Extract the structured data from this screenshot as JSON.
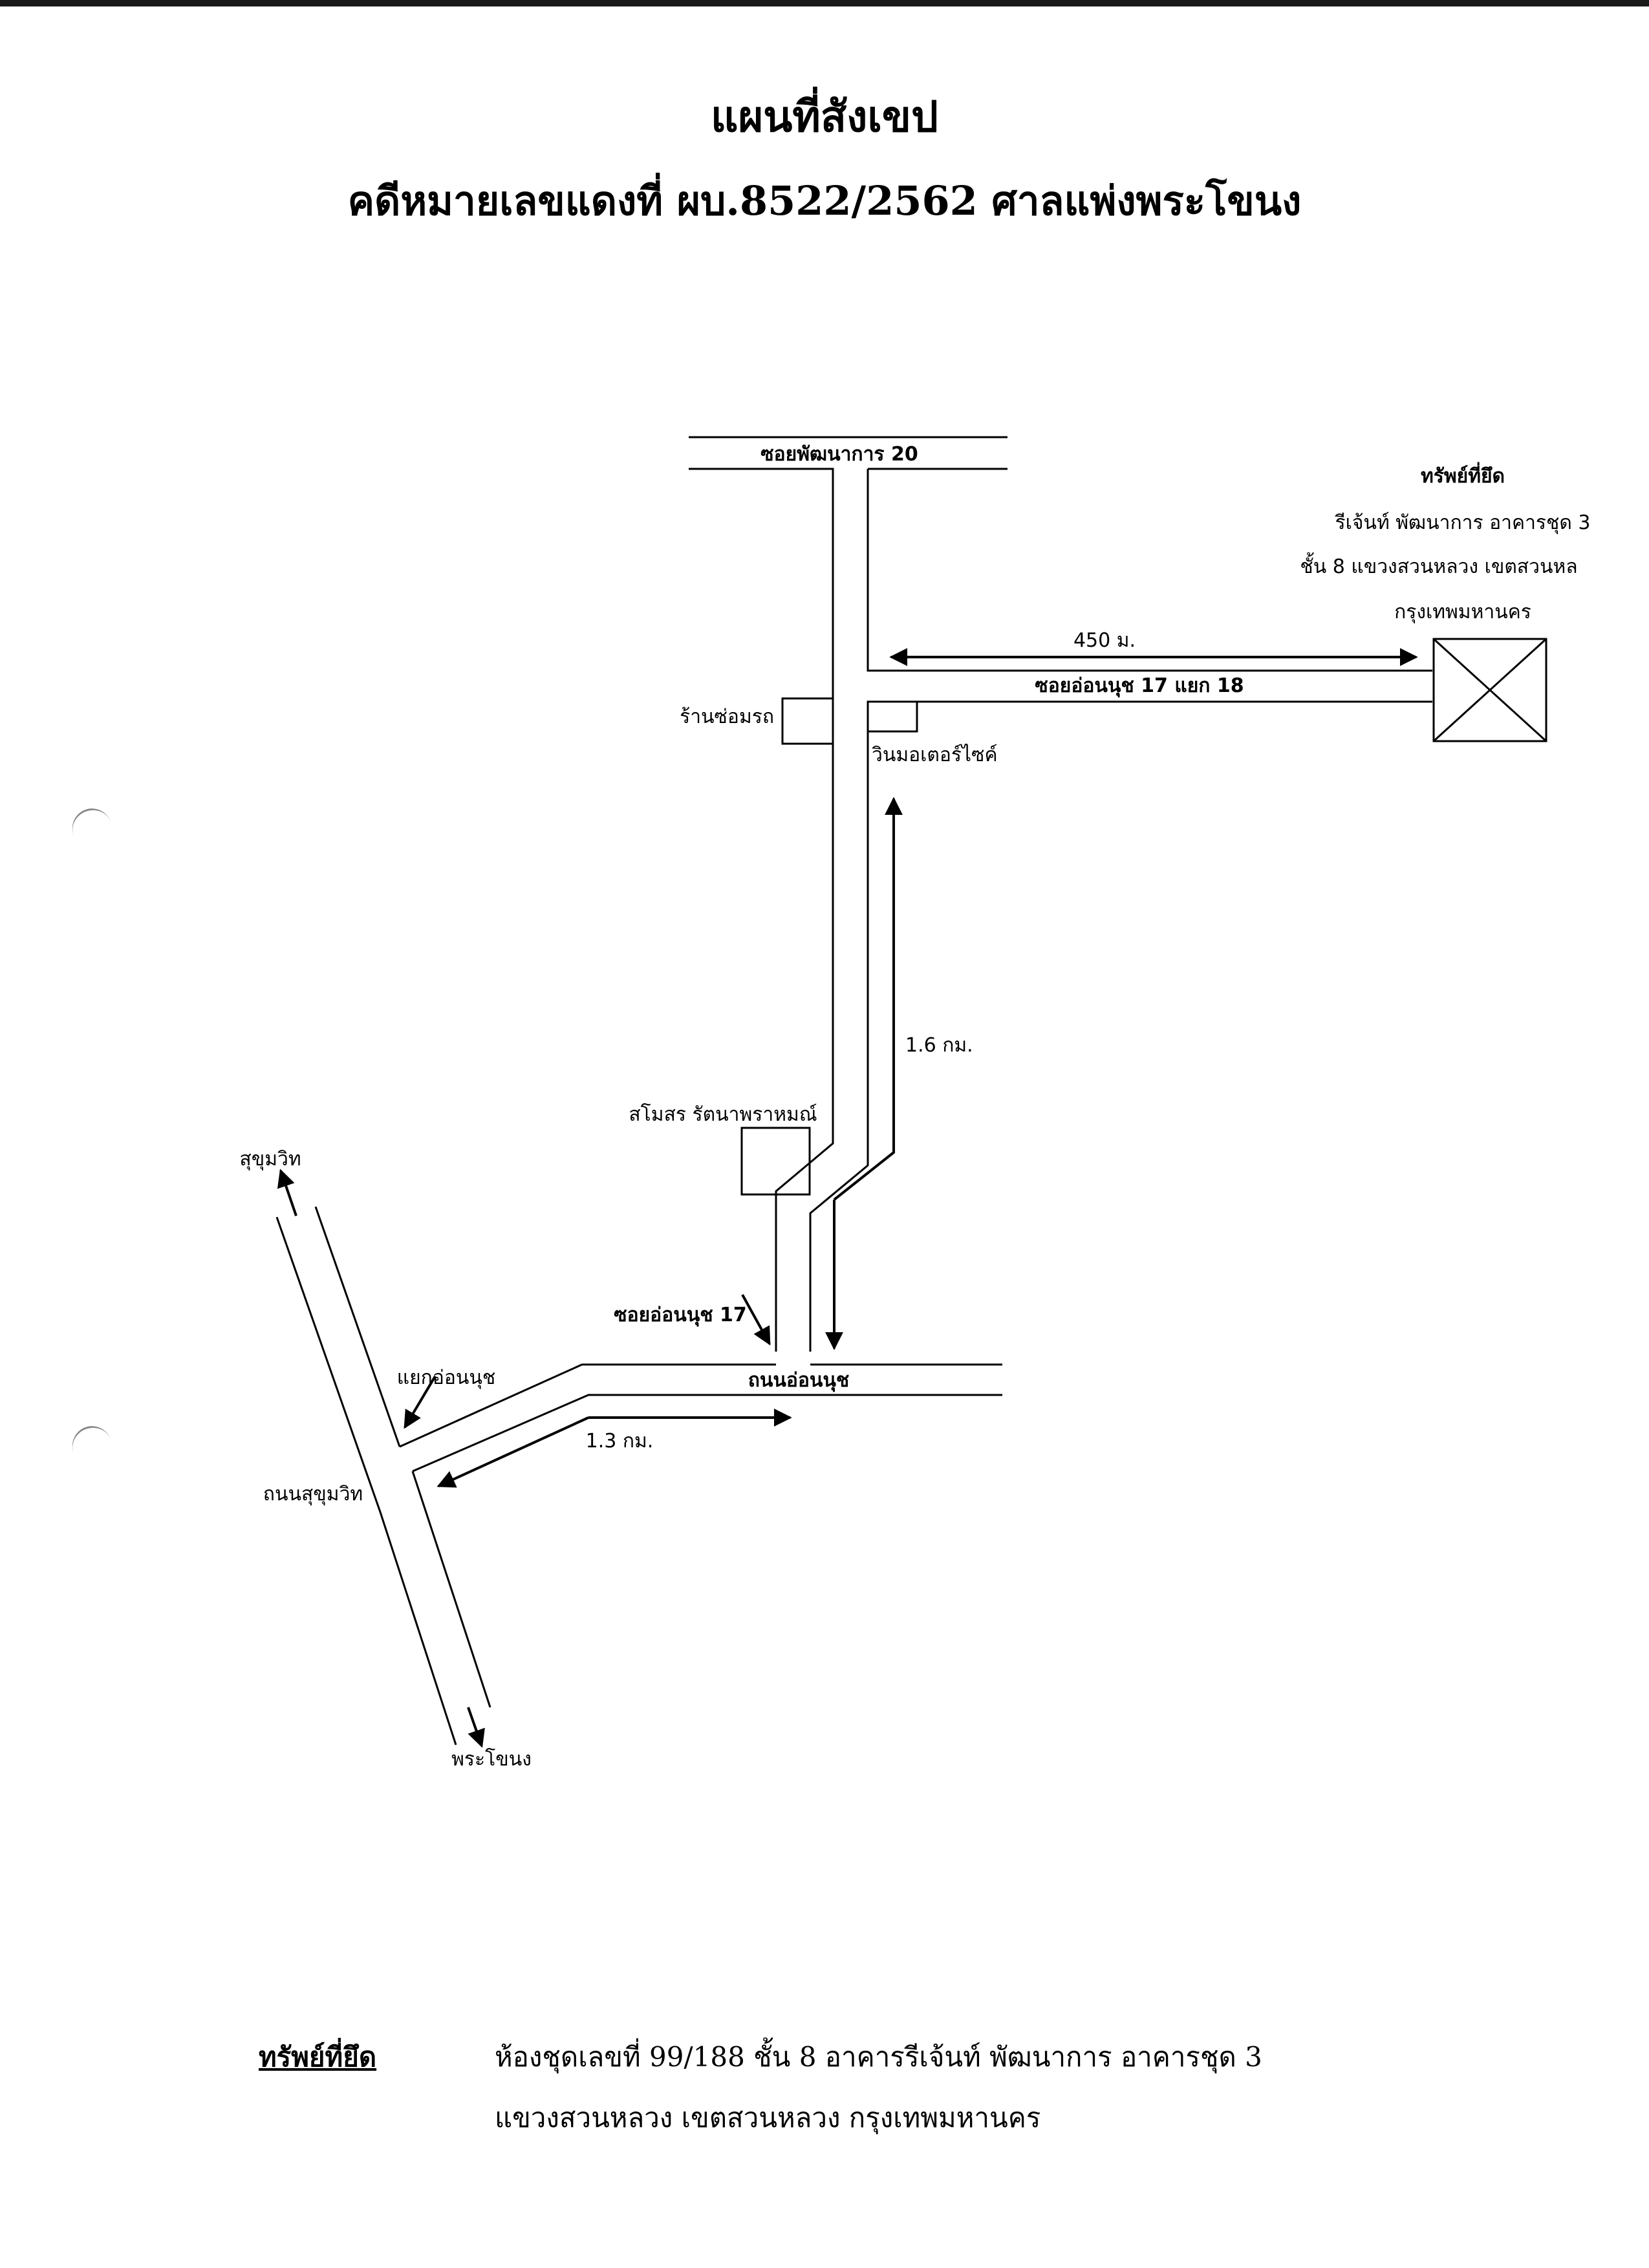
{
  "title": {
    "line1": "แผนที่สังเขป",
    "line2": "คดีหมายเลขแดงที่ ผบ.8522/2562 ศาลแพ่งพระโขนง"
  },
  "map": {
    "roads": {
      "soi_pattanakarn_20": "ซอยพัฒนาการ 20",
      "soi_onnut_17_yaek_18": "ซอยอ่อนนุช 17 แยก 18",
      "soi_onnut_17": "ซอยอ่อนนุช 17",
      "thanon_onnut": "ถนนอ่อนนุช",
      "yaek_onnut": "แยกอ่อนนุช",
      "thanon_sukhumvit": "ถนนสุขุมวิท"
    },
    "directions": {
      "sukhumvit": "สุขุมวิท",
      "phra_khanong": "พระโขนง"
    },
    "landmarks": {
      "repair_shop": "ร้านซ่อมรถ",
      "win_motorsize": "วินมอเตอร์ไซค์",
      "club": "สโมสร รัตนาพราหมณ์"
    },
    "distances": {
      "d450": "450 ม.",
      "d1_6": "1.6 กม.",
      "d1_3": "1.3 กม."
    },
    "property": {
      "heading": "ทรัพย์ที่ยึด",
      "line1": "รีเจ้นท์ พัฒนาการ อาคารชุด 3",
      "line2": "ชั้น 8 แขวงสวนหลวง เขตสวนหล",
      "line3": "กรุงเทพมหานคร"
    }
  },
  "footer": {
    "label": "ทรัพย์ที่ยึด",
    "line1": "ห้องชุดเลขที่ 99/188 ชั้น 8 อาคารรีเจ้นท์ พัฒนาการ อาคารชุด 3",
    "line2": "แขวงสวนหลวง เขตสวนหลวง กรุงเทพมหานคร"
  }
}
